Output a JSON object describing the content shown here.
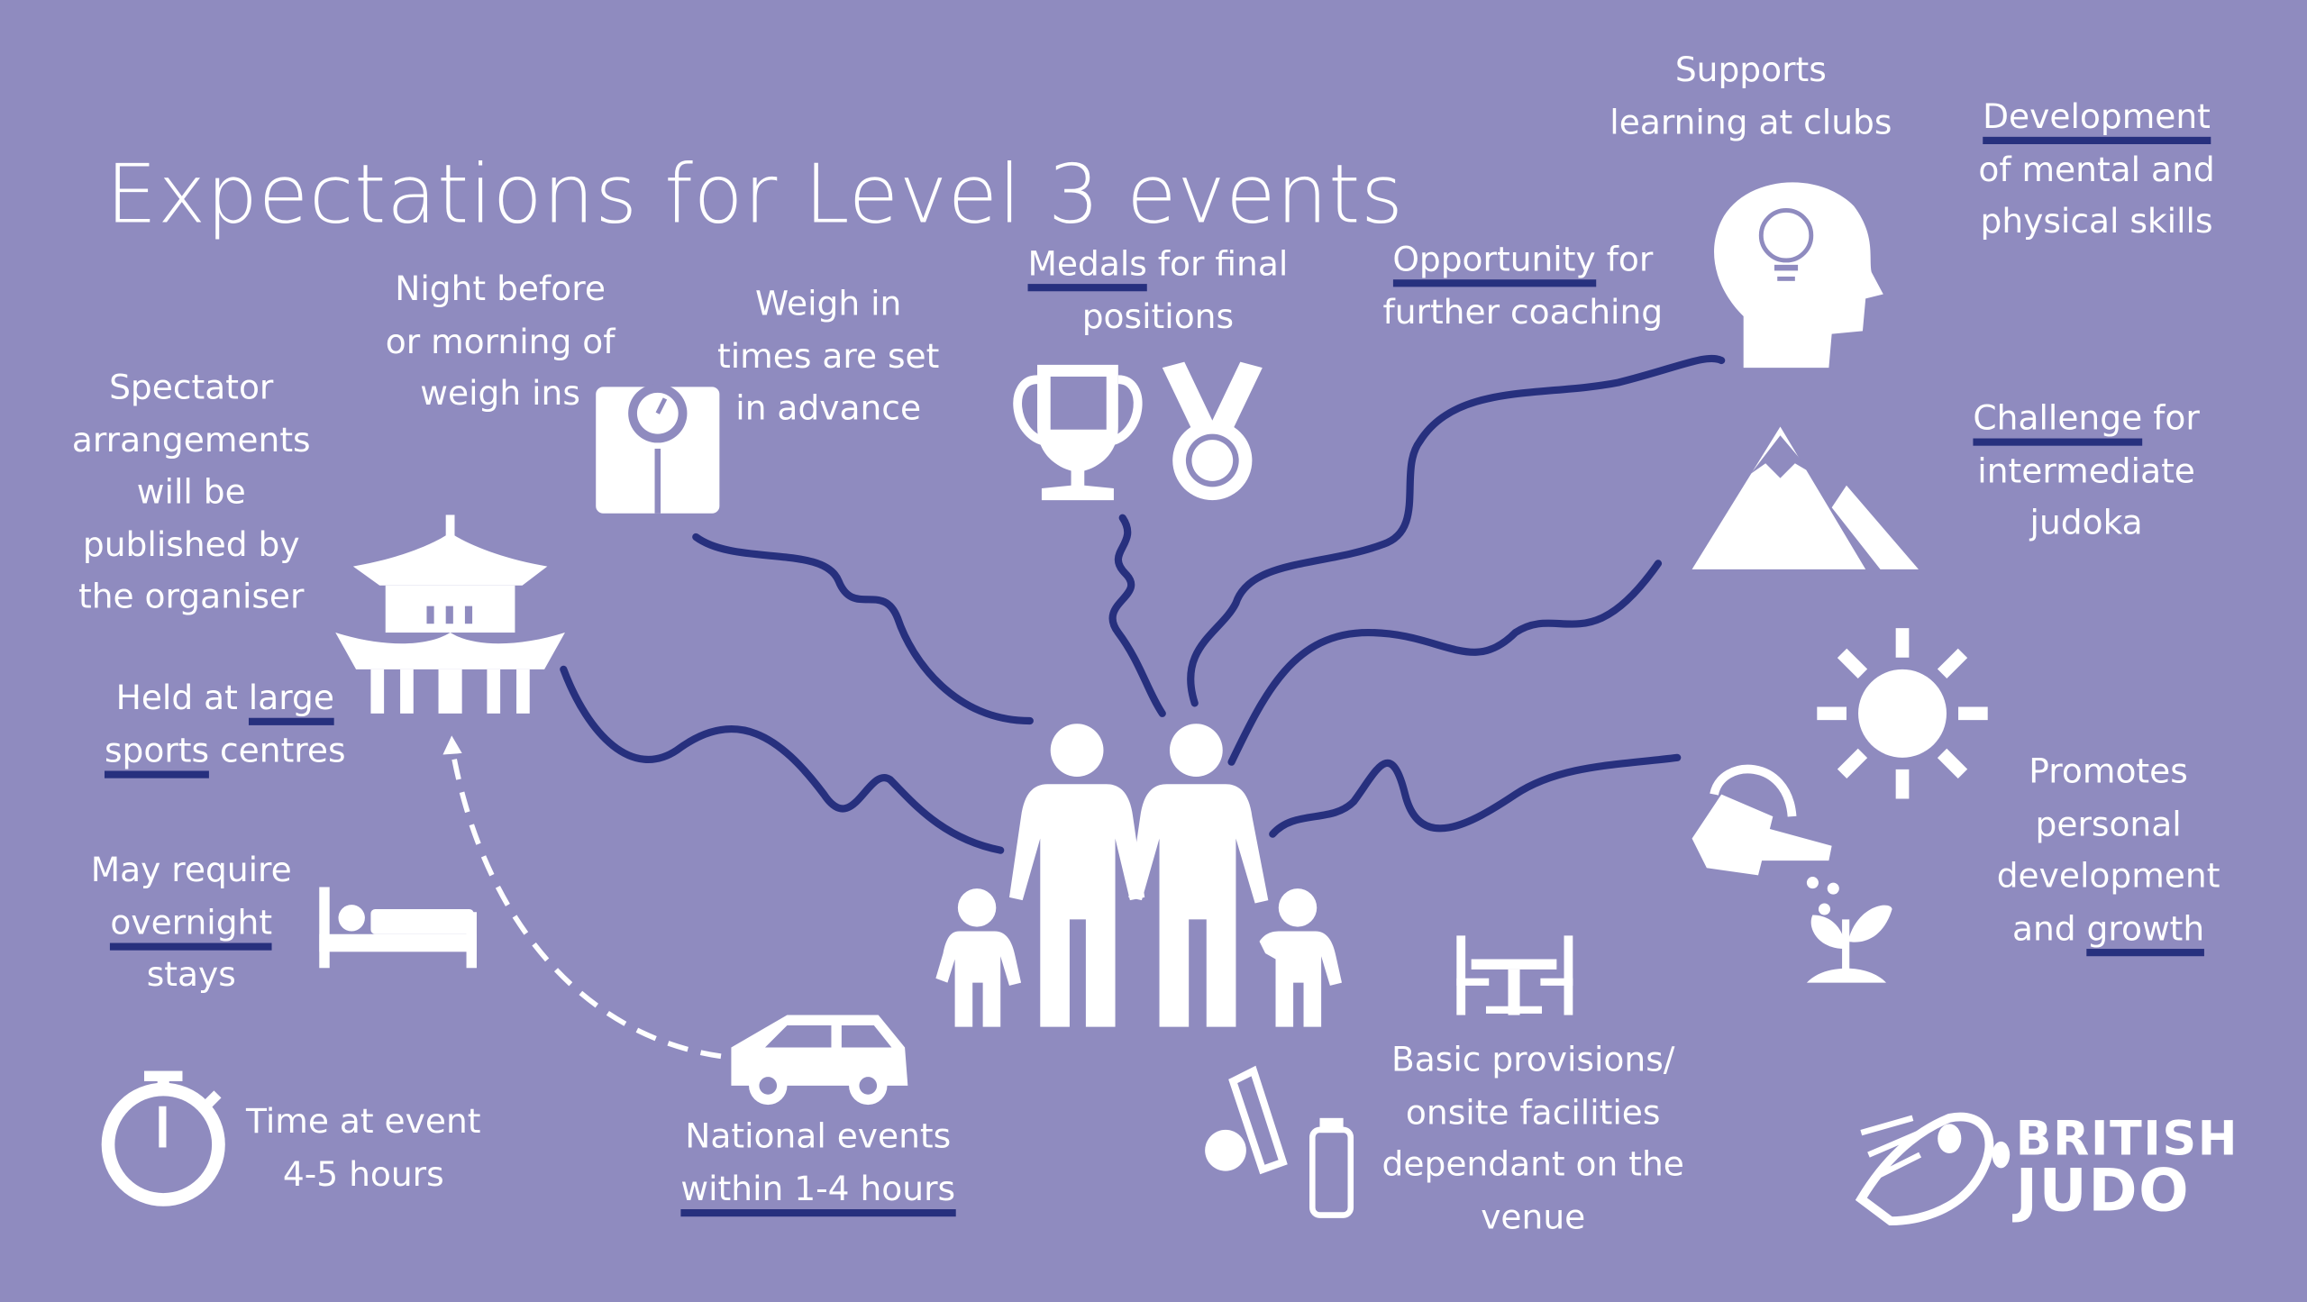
{
  "title": "Expectations for Level 3 events",
  "colors": {
    "background": "#8f8bbf",
    "line": "#27307e",
    "icon": "#ffffff"
  },
  "notes": {
    "supports": {
      "l1": "Supports",
      "l2": "learning at clubs"
    },
    "development": {
      "u1": "Development",
      "l2": "of mental and",
      "l3": "physical skills"
    },
    "night": {
      "l1": "Night before",
      "l2": "or morning of",
      "l3": "weigh ins"
    },
    "weigh": {
      "l1": "Weigh in",
      "l2": "times are set",
      "l3": "in advance"
    },
    "medals": {
      "u1": "Medals",
      "r1": " for final",
      "l2": "positions"
    },
    "opportunity": {
      "u1": "Opportunity",
      "r1": " for",
      "l2": "further coaching"
    },
    "spectator": {
      "l1": "Spectator",
      "l2": "arrangements",
      "l3": "will be",
      "l4": "published by",
      "l5": "the organiser"
    },
    "challenge": {
      "u1": "Challenge",
      "r1": " for",
      "l2": "intermediate",
      "l3": "judoka"
    },
    "held": {
      "l1a": "Held at ",
      "u1": "large",
      "u2": "sports",
      "r2": " centres"
    },
    "promotes": {
      "l1": "Promotes",
      "l2": "personal",
      "l3": "development",
      "l4a": "and ",
      "u4": "growth"
    },
    "overnight": {
      "l1": "May require",
      "u2": "overnight",
      "l3": "stays"
    },
    "time": {
      "l1": "Time at event",
      "l2": "4-5 hours"
    },
    "national": {
      "l1": "National events",
      "u2": "within 1-4 hours"
    },
    "provisions": {
      "l1": "Basic provisions/",
      "l2": "onsite facilities",
      "l3": "dependant on the",
      "l4": "venue"
    }
  },
  "icons": [
    "lightbulb-head-icon",
    "mountain-icon",
    "sun-icon",
    "watering-can-icon",
    "plant-icon",
    "pagoda-icon",
    "scales-icon",
    "trophy-icon",
    "medal-icon",
    "family-icon",
    "bed-icon",
    "stopwatch-icon",
    "car-icon",
    "picnic-table-icon",
    "food-drink-icon"
  ],
  "logo": {
    "line1": "BRITISH",
    "line2": "JUDO"
  }
}
